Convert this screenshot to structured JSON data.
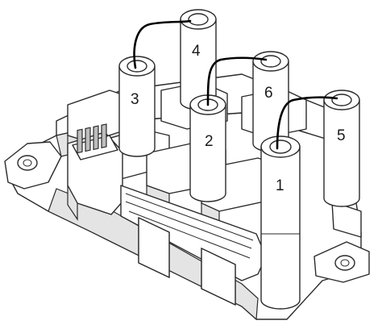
{
  "towers": [
    {
      "id": "tower-1",
      "label": "1"
    },
    {
      "id": "tower-2",
      "label": "2"
    },
    {
      "id": "tower-3",
      "label": "3"
    },
    {
      "id": "tower-4",
      "label": "4"
    },
    {
      "id": "tower-5",
      "label": "5"
    },
    {
      "id": "tower-6",
      "label": "6"
    }
  ],
  "colors": {
    "line": "#2a2a2a",
    "wire": "#000000",
    "shade": "#e4e4e4",
    "background": "#ffffff"
  }
}
